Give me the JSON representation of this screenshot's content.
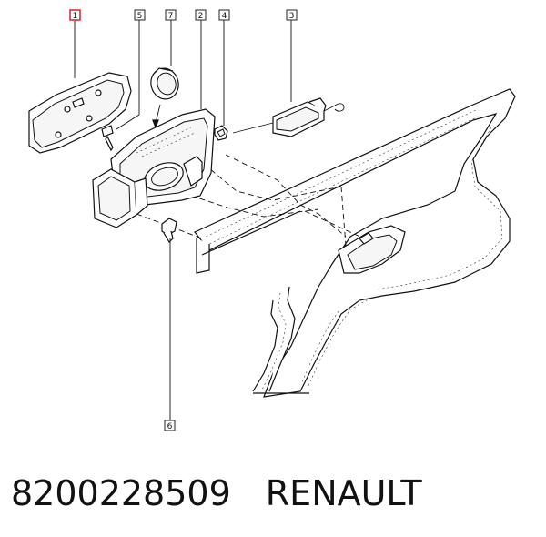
{
  "callouts": [
    {
      "id": "1",
      "highlight": true
    },
    {
      "id": "5",
      "highlight": false
    },
    {
      "id": "7",
      "highlight": false
    },
    {
      "id": "2",
      "highlight": false
    },
    {
      "id": "4",
      "highlight": false
    },
    {
      "id": "3",
      "highlight": false
    },
    {
      "id": "6",
      "highlight": false
    }
  ],
  "caption": {
    "part_number": "8200228509",
    "brand": "RENAULT"
  },
  "colors": {
    "highlight": "#d9323a",
    "line": "#111111"
  }
}
